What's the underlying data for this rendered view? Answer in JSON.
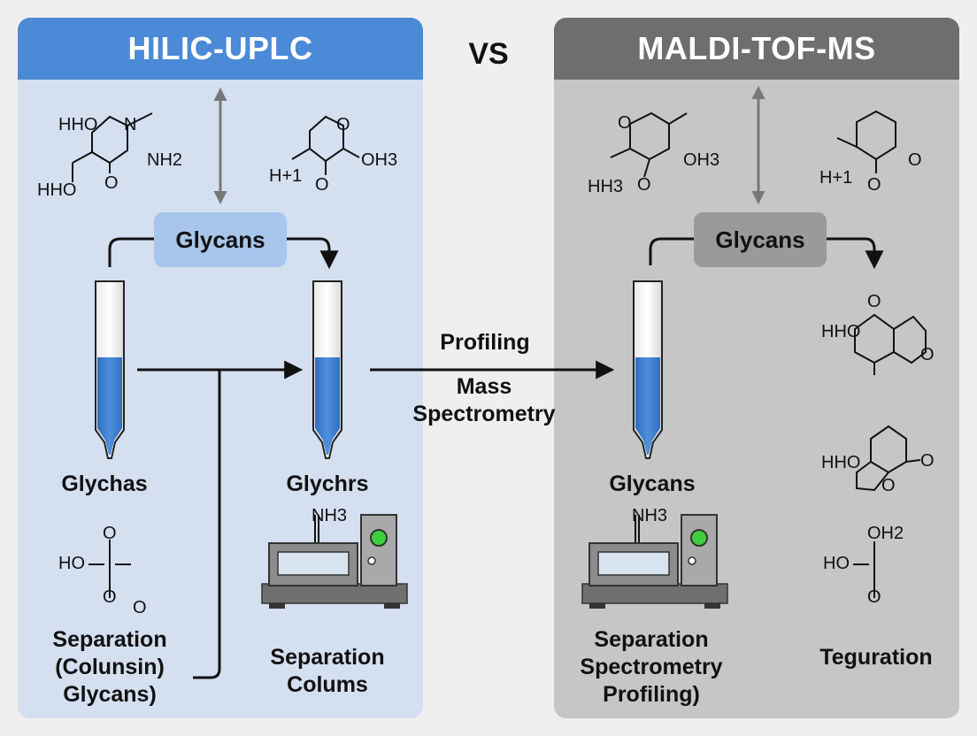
{
  "left": {
    "title": "HILIC-UPLC",
    "glycans_box": "Glycans",
    "tube1_label": "Glychas",
    "tube2_label": "Glychrs",
    "bottom_left_label": [
      "Separation",
      "(Colunsin)",
      "Glycans)"
    ],
    "bottom_right_label": [
      "Separation",
      "Colums"
    ],
    "machine_label": "NH3",
    "chem1": {
      "a": "HHO",
      "b": "N",
      "c": "NH2",
      "d": "HHO",
      "e": "O"
    },
    "chem2": {
      "a": "O",
      "b": "OH3",
      "c": "H+1",
      "d": "O"
    },
    "chem3": {
      "a": "O",
      "b": "HO",
      "c": "O",
      "d": "O"
    }
  },
  "vs": "VS",
  "middle": {
    "profiling": "Profiling",
    "mass_spec": [
      "Mass",
      "Spectrometry"
    ]
  },
  "right": {
    "title": "MALDI-TOF-MS",
    "glycans_box": "Glycans",
    "tube_label": "Glycans",
    "machine_label": "NH3",
    "bottom_label": [
      "Separation",
      "Spectrometry",
      "Profiling)"
    ],
    "side_label": "Teguration",
    "chem1": {
      "a": "O",
      "b": "OH3",
      "c": "HH3",
      "d": "O"
    },
    "chem2": {
      "a": "O",
      "b": "H+1",
      "c": "O"
    },
    "chem3": {
      "a": "O",
      "b": "HHO",
      "c": "O"
    },
    "chem4": {
      "a": "HHO",
      "b": "O",
      "c": "O"
    },
    "chem5": {
      "a": "OH2",
      "b": "HO",
      "c": "O"
    }
  },
  "colors": {
    "left_header": "#4a8ad6",
    "left_panel": "#d4dff0",
    "right_header": "#6e6e6e",
    "right_panel": "#c6c6c6",
    "liquid": "#3f7fcf",
    "led": "#3ecf3e"
  }
}
